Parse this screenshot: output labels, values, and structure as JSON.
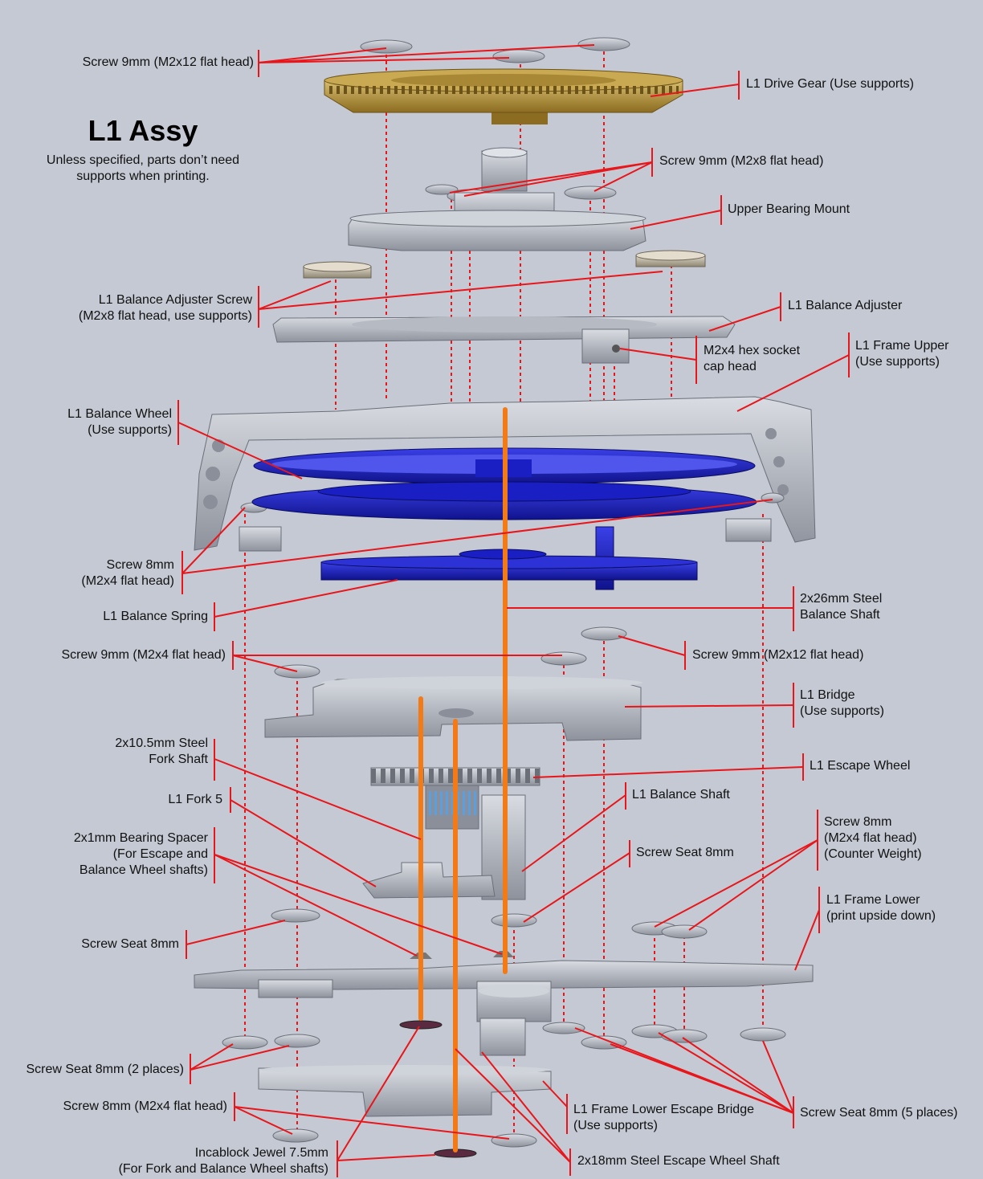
{
  "header": {
    "title": "L1 Assy",
    "subtitle_line1": "Unless specified, parts don’t need",
    "subtitle_line2": "supports when printing."
  },
  "labels": {
    "screw_9_m2x12_top": "Screw 9mm (M2x12 flat head)",
    "drive_gear": "L1 Drive Gear (Use supports)",
    "screw_9_m2x8": "Screw 9mm (M2x8 flat head)",
    "upper_bearing_mount": "Upper Bearing Mount",
    "adjuster_screw_l1": "L1 Balance Adjuster Screw",
    "adjuster_screw_l2": "(M2x8 flat head, use supports)",
    "balance_adjuster": "L1 Balance Adjuster",
    "hex_screw_l1": "M2x4 hex socket",
    "hex_screw_l2": "cap head",
    "frame_upper_l1": "L1 Frame Upper",
    "frame_upper_l2": "(Use supports)",
    "balance_wheel_l1": "L1 Balance Wheel",
    "balance_wheel_l2": "(Use supports)",
    "screw_8_l1": "Screw 8mm",
    "screw_8_l2": "(M2x4 flat head)",
    "balance_spring": "L1 Balance Spring",
    "balance_shaft_26_l1": "2x26mm Steel",
    "balance_shaft_26_l2": "Balance Shaft",
    "screw_9_m2x4": "Screw 9mm (M2x4 flat head)",
    "screw_9_m2x12_mid": "Screw 9mm (M2x12 flat head)",
    "bridge_l1": "L1 Bridge",
    "bridge_l2": "(Use supports)",
    "fork_shaft_l1": "2x10.5mm Steel",
    "fork_shaft_l2": "Fork Shaft",
    "escape_wheel": "L1 Escape Wheel",
    "fork": "L1 Fork 5",
    "balance_shaft": "L1 Balance Shaft",
    "spacer_l1": "2x1mm Bearing Spacer",
    "spacer_l2": "(For Escape and",
    "spacer_l3": "Balance Wheel shafts)",
    "screw_seat_8_right": "Screw Seat 8mm",
    "counter_l1": "Screw 8mm",
    "counter_l2": "(M2x4 flat head)",
    "counter_l3": "(Counter Weight)",
    "frame_lower_l1": "L1 Frame Lower",
    "frame_lower_l2": "(print upside down)",
    "screw_seat_8_left": "Screw Seat 8mm",
    "screw_seat_2": "Screw Seat 8mm (2 places)",
    "screw_8_bottom": "Screw 8mm (M2x4 flat head)",
    "lower_bridge_l1": "L1 Frame Lower Escape  Bridge",
    "lower_bridge_l2": "(Use supports)",
    "screw_seat_5": "Screw Seat 8mm (5 places)",
    "jewel_l1": "Incablock Jewel 7.5mm",
    "jewel_l2": "(For Fork and Balance Wheel shafts)",
    "escape_shaft": "2x18mm Steel Escape Wheel Shaft"
  },
  "colors": {
    "background": "#c5c9d3",
    "leader": "#e8161b",
    "shaft": "#f47a16",
    "part_grey": "#9ea3ad",
    "balance_blue": "#1a1fc4",
    "gear_brass": "#b38f35"
  }
}
